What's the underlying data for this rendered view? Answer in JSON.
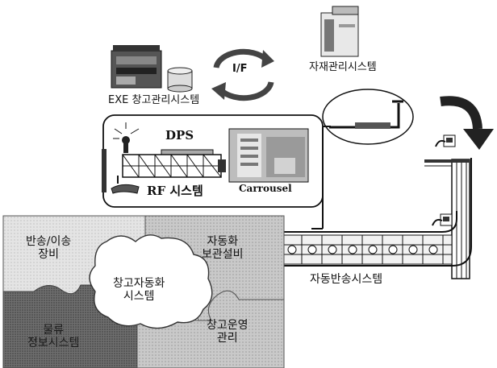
{
  "top": {
    "exe_system": "EXE 창고관리시스템",
    "interface": "I/F",
    "material_system": "자재관리시스템"
  },
  "panel": {
    "dps": "DPS",
    "rf_system": "RF 시스템",
    "carrousel": "Carrousel"
  },
  "conveyor": {
    "label": "자동반송시스템"
  },
  "puzzle": {
    "top_left_line1": "반송/이송",
    "top_left_line2": "장비",
    "top_right_line1": "자동화",
    "top_right_line2": "보관설비",
    "center_line1": "창고자동화",
    "center_line2": "시스템",
    "bottom_right_line1": "창고운영",
    "bottom_right_line2": "관리",
    "bottom_left_line1": "물류",
    "bottom_left_line2": "정보시스템"
  },
  "colors": {
    "puzzle_light": "#d6d6d6",
    "puzzle_mid": "#b9b9b9",
    "puzzle_dark": "#6a6a6a",
    "line": "#111111"
  }
}
